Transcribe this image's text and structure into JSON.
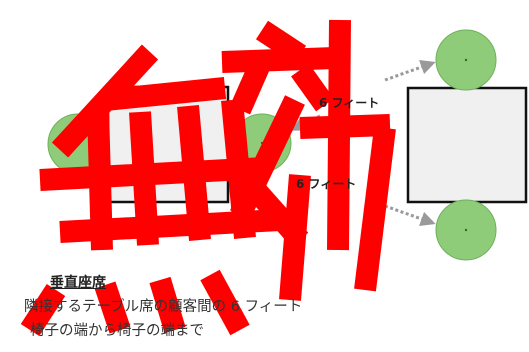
{
  "labels": {
    "distance_upper": "6 フィート",
    "distance_lower": "6 フィート"
  },
  "caption": {
    "title": "垂直座席",
    "line1": "隣接するテーブル席の顧客間の 6 フィート",
    "line2": "椅子の端から椅子の端まで"
  },
  "stamp": {
    "text": "無効"
  },
  "colors": {
    "table_fill": "#f0f0f0",
    "table_stroke": "#111111",
    "chair_fill": "#8fcc7a",
    "chair_stroke": "#6fb05a",
    "arrow": "#9a9a9a",
    "stamp_red": "#ff0000"
  }
}
